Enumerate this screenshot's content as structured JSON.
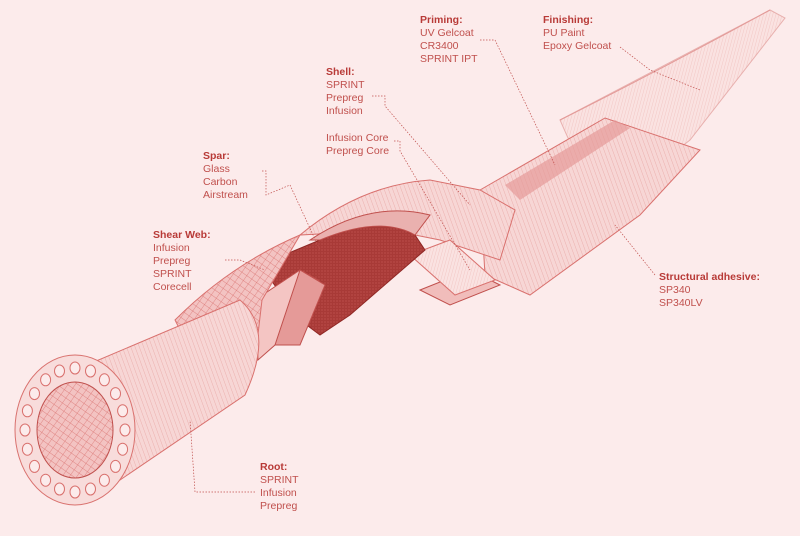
{
  "palette": {
    "background": "#fcebeb",
    "ink": "#c0504d",
    "dark": "#a02e2b",
    "light": "#f5cccc",
    "mid": "#e59a98"
  },
  "labels": {
    "priming": {
      "title": "Priming:",
      "items": [
        "UV Gelcoat",
        "CR3400",
        "SPRINT IPT"
      ]
    },
    "finishing": {
      "title": "Finishing:",
      "items": [
        "PU Paint",
        "Epoxy Gelcoat"
      ]
    },
    "shell": {
      "title": "Shell:",
      "items": [
        "SPRINT",
        "Prepreg",
        "Infusion"
      ]
    },
    "core": {
      "items": [
        "Infusion Core",
        "Prepreg Core"
      ]
    },
    "spar": {
      "title": "Spar:",
      "items": [
        "Glass",
        "Carbon",
        "Airstream"
      ]
    },
    "shear_web": {
      "title": "Shear Web:",
      "items": [
        "Infusion",
        "Prepreg",
        "SPRINT",
        "Corecell"
      ]
    },
    "structural_adhesive": {
      "title": "Structural adhesive:",
      "items": [
        "SP340",
        "SP340LV"
      ]
    },
    "root": {
      "title": "Root:",
      "items": [
        "SPRINT",
        "Infusion",
        "Prepreg"
      ]
    }
  }
}
